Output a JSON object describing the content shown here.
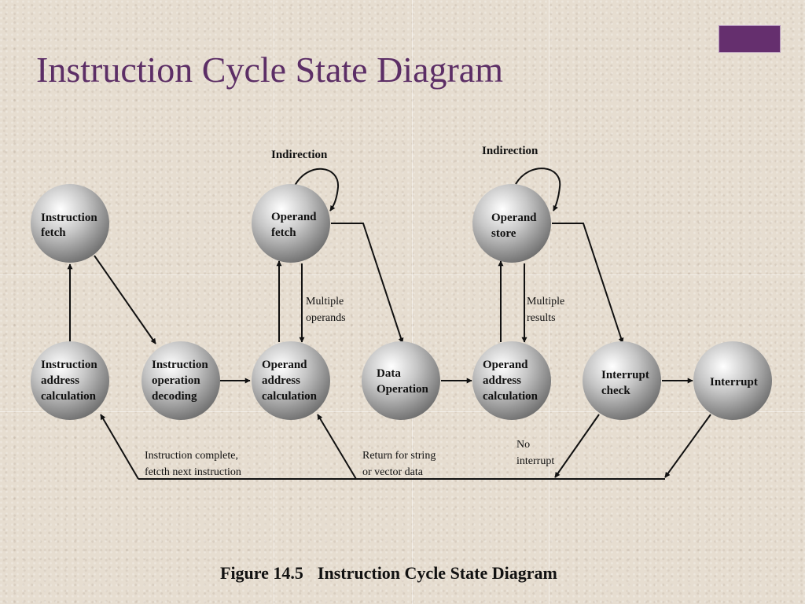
{
  "slide": {
    "title": "Instruction Cycle State Diagram",
    "accent_color": "#652f6e",
    "title_color": "#5c2e66"
  },
  "diagram": {
    "nodes": {
      "instruction_fetch": [
        "Instruction",
        "fetch"
      ],
      "instruction_address_calculation": [
        "Instruction",
        "address",
        "calculation"
      ],
      "instruction_operation_decoding": [
        "Instruction",
        "operation",
        "decoding"
      ],
      "operand_fetch": [
        "Operand",
        "fetch"
      ],
      "operand_address_calculation_1": [
        "Operand",
        "address",
        "calculation"
      ],
      "data_operation": [
        "Data",
        "Operation"
      ],
      "operand_store": [
        "Operand",
        "store"
      ],
      "operand_address_calculation_2": [
        "Operand",
        "address",
        "calculation"
      ],
      "interrupt_check": [
        "Interrupt",
        "check"
      ],
      "interrupt": [
        "Interrupt"
      ]
    },
    "labels": {
      "indirection_1": "Indirection",
      "indirection_2": "Indirection",
      "multiple_operands": [
        "Multiple",
        "operands"
      ],
      "multiple_results": [
        "Multiple",
        "results"
      ],
      "instruction_complete": [
        "Instruction complete,",
        "fetcth next instruction"
      ],
      "return_for_string": [
        "Return for string",
        "or vector data"
      ],
      "no_interrupt": [
        "No",
        "interrupt"
      ]
    }
  },
  "caption": {
    "figure_number": "Figure 14.5",
    "figure_title": "Instruction Cycle State Diagram"
  }
}
